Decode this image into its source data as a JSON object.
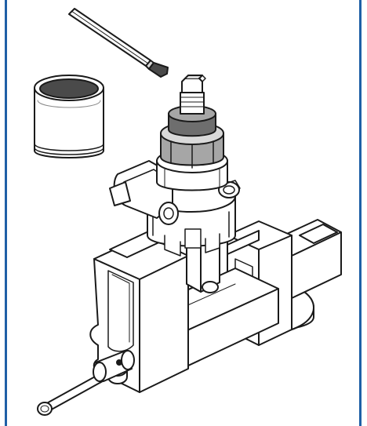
{
  "figure": {
    "subject": "assembly-in-vise-illustration",
    "colors": {
      "border": "#1f5fa6",
      "line": "#1a1a1a",
      "fill": "#ffffff",
      "shade_light": "#d9d9d9",
      "shade_mid": "#a6a6a6",
      "shade_dark": "#6e6e6e",
      "paint": "#4a4a4a"
    },
    "parts": [
      {
        "name": "brush",
        "icon": "brush-icon"
      },
      {
        "name": "paint-can",
        "icon": "paint-can-icon"
      },
      {
        "name": "tool-assembly",
        "icon": "tool-assembly-icon"
      },
      {
        "name": "bench-vise",
        "icon": "bench-vise-icon"
      }
    ]
  }
}
